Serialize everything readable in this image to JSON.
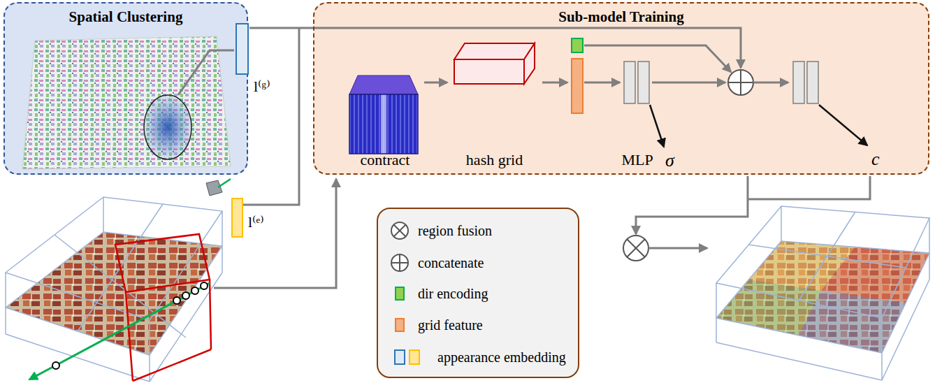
{
  "diagram": {
    "nodes": [
      {
        "text": [
          "Spatial Clustering"
        ]
      },
      {
        "text": [
          "Sub-model Training"
        ]
      },
      {
        "text": [
          "contract"
        ],
        "in": 1
      },
      {
        "text": [
          "hash grid"
        ],
        "in": 1
      },
      {
        "text": [
          "MLP"
        ],
        "in": 1
      },
      {
        "text": [
          "l⁽ᵍ⁾"
        ]
      },
      {
        "text": [
          "l⁽ᵉ⁾"
        ]
      }
    ],
    "edges": [
      {
        "from": 2,
        "to": 3,
        "arrow": "to"
      }
    ],
    "labels": [
      "σ",
      "c"
    ],
    "legend": [
      {
        "text": "region fusion"
      },
      {
        "text": "concatenate"
      },
      {
        "text": "dir encoding",
        "color": "#92d050"
      },
      {
        "text": "grid feature",
        "color": "#f4b183"
      },
      {
        "text": "appearance embedding"
      }
    ]
  }
}
